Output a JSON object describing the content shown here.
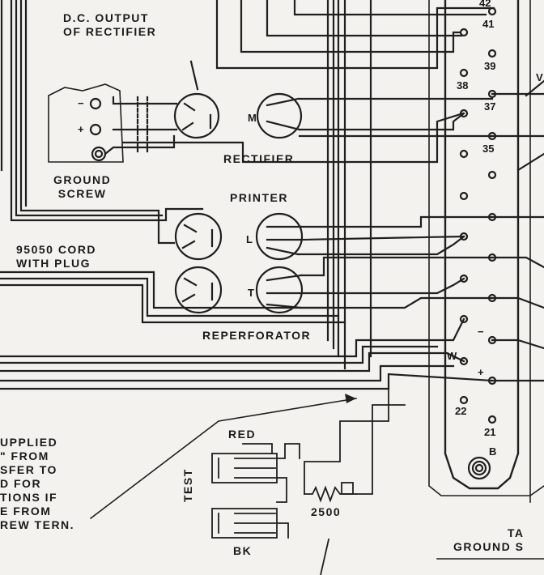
{
  "labels": {
    "dc_output": "D.C. OUTPUT\nOF RECTIFIER",
    "ground_screw": "GROUND\nSCREW",
    "rectifier": "RECTIFIER",
    "printer": "PRINTER",
    "cord": "95050 CORD\nWITH PLUG",
    "reperforator": "REPERFORATOR",
    "note": "UPPLIED\n\" FROM\nSFER TO\nD FOR\nTIONS IF\nE FROM\nREW TERN.",
    "red": "RED",
    "bk": "BK",
    "test": "TEST",
    "resistor": "2500",
    "table_ground": "TA\nGROUND S"
  },
  "terminals": {
    "t42": "42",
    "t41": "41",
    "t39": "39",
    "t38": "38",
    "t37": "37",
    "t35": "35",
    "t22": "22",
    "t21": "21",
    "tB": "B",
    "tW": "W",
    "tV": "V"
  },
  "symbols": {
    "minus": "−",
    "plus": "+",
    "M": "M",
    "L": "L",
    "T": "T",
    "plus2": "+",
    "minus2": "−"
  }
}
